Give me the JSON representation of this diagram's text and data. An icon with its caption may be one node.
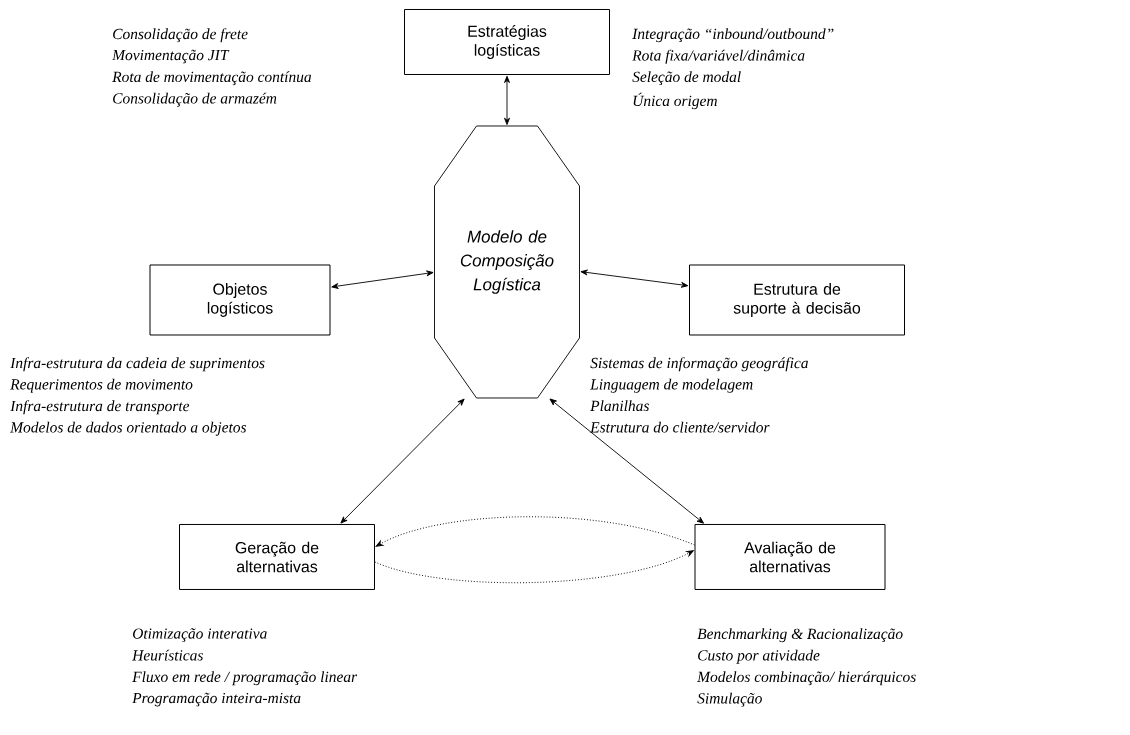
{
  "diagram": {
    "nodes": [
      {
        "text": [
          "Estratégias logísticas"
        ],
        "beside": [
          "Consolidação de frete",
          "Movimentação JIT",
          "Rota de movimentação contínua",
          "Consolidação de armazém",
          "Integração “inbound/outbound”",
          "Rota fixa/variável/dinâmica",
          "Seleção de modal",
          "Única origem"
        ]
      },
      {
        "text": [
          "Objetos logísticos"
        ],
        "beside": [
          "Infra-estrutura da cadeia de suprimentos",
          "Requerimentos de movimento",
          "Infra-estrutura de transporte",
          "Modelos de dados orientado a objetos"
        ]
      },
      {
        "text": [
          "Modelo de Composição Logística"
        ]
      },
      {
        "text": [
          "Estrutura de suporte à decisão"
        ],
        "beside": [
          "Sistemas de informação geográfica",
          "Linguagem de modelagem",
          "Planilhas",
          "Estrutura do cliente/servidor"
        ]
      },
      {
        "text": [
          "Geração de alternativas"
        ],
        "beside": [
          "Otimização interativa",
          "Heurísticas",
          "Fluxo em rede / programação linear",
          "Programação inteira-mista"
        ]
      },
      {
        "text": [
          "Avaliação de alternativas"
        ],
        "beside": [
          "Benchmarking & Racionalização",
          "Custo por atividade",
          "Modelos combinação/ hierárquicos",
          "Simulação"
        ]
      }
    ],
    "edges": [
      {
        "from": 0,
        "to": 2,
        "arrow": "both"
      },
      {
        "from": 1,
        "to": 2,
        "arrow": "both"
      },
      {
        "from": 3,
        "to": 2,
        "arrow": "both"
      },
      {
        "from": 4,
        "to": 2,
        "arrow": "both"
      },
      {
        "from": 5,
        "to": 2,
        "arrow": "both"
      },
      {
        "from": 4,
        "to": 5,
        "arrow": "to",
        "style": "dashed"
      },
      {
        "from": 5,
        "to": 4,
        "arrow": "to",
        "style": "dashed"
      }
    ]
  }
}
